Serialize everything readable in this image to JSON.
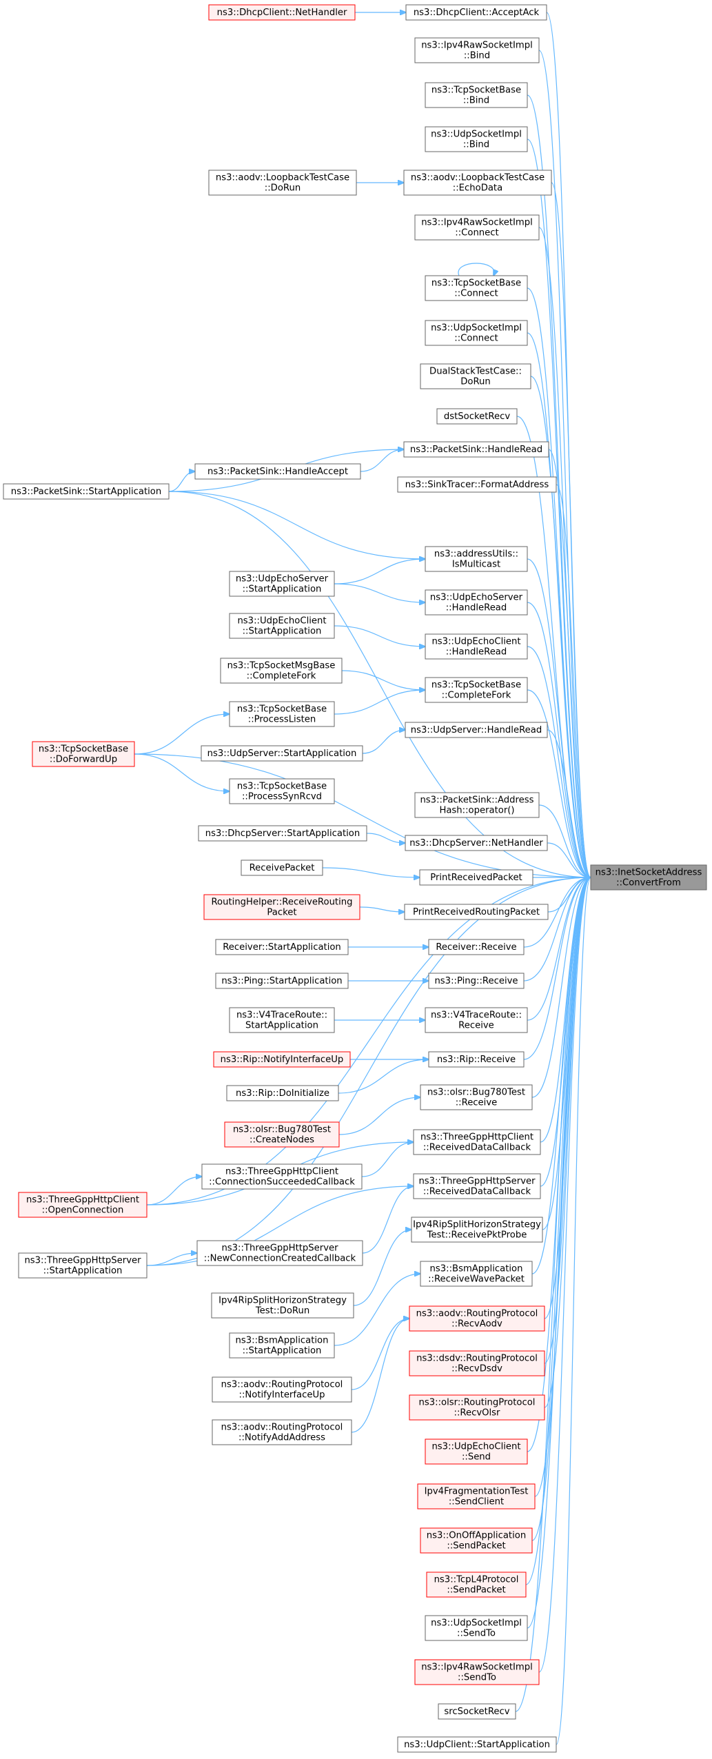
{
  "colors": {
    "edge": "#63b8ff",
    "node_border": "#666666",
    "node_fill": "#ffffff",
    "truncated_border": "#ff0000",
    "truncated_fill": "#fff0f0",
    "focus_fill": "#999999",
    "focus_border": "#666666",
    "text": "#000000"
  },
  "nodes": [
    {
      "id": "target",
      "lines": [
        "ns3::InetSocketAddress",
        "::ConvertFrom"
      ],
      "kind": "focus"
    },
    {
      "id": "dhcpAccept",
      "lines": [
        "ns3::DhcpClient::AcceptAck"
      ],
      "kind": "normal"
    },
    {
      "id": "dhcpNet",
      "lines": [
        "ns3::DhcpClient::NetHandler"
      ],
      "kind": "truncated"
    },
    {
      "id": "ipv4rawBind",
      "lines": [
        "ns3::Ipv4RawSocketImpl",
        "::Bind"
      ],
      "kind": "normal"
    },
    {
      "id": "tcpBind",
      "lines": [
        "ns3::TcpSocketBase",
        "::Bind"
      ],
      "kind": "normal"
    },
    {
      "id": "udpBind",
      "lines": [
        "ns3::UdpSocketImpl",
        "::Bind"
      ],
      "kind": "normal"
    },
    {
      "id": "aodvLoopRun",
      "lines": [
        "ns3::aodv::LoopbackTestCase",
        "::DoRun"
      ],
      "kind": "normal"
    },
    {
      "id": "aodvLoopEcho",
      "lines": [
        "ns3::aodv::LoopbackTestCase",
        "::EchoData"
      ],
      "kind": "normal"
    },
    {
      "id": "ipv4rawConnect",
      "lines": [
        "ns3::Ipv4RawSocketImpl",
        "::Connect"
      ],
      "kind": "normal"
    },
    {
      "id": "tcpConnect",
      "lines": [
        "ns3::TcpSocketBase",
        "::Connect"
      ],
      "kind": "normal"
    },
    {
      "id": "udpConnect",
      "lines": [
        "ns3::UdpSocketImpl",
        "::Connect"
      ],
      "kind": "normal"
    },
    {
      "id": "dualStack",
      "lines": [
        "DualStackTestCase::",
        "DoRun"
      ],
      "kind": "normal"
    },
    {
      "id": "dstRecv",
      "lines": [
        "dstSocketRecv"
      ],
      "kind": "normal"
    },
    {
      "id": "psHandleRead",
      "lines": [
        "ns3::PacketSink::HandleRead"
      ],
      "kind": "normal"
    },
    {
      "id": "psHandleAccept",
      "lines": [
        "ns3::PacketSink::HandleAccept"
      ],
      "kind": "normal"
    },
    {
      "id": "psStart",
      "lines": [
        "ns3::PacketSink::StartApplication"
      ],
      "kind": "normal"
    },
    {
      "id": "sinkTracer",
      "lines": [
        "ns3::SinkTracer::FormatAddress"
      ],
      "kind": "normal"
    },
    {
      "id": "addrUtils",
      "lines": [
        "ns3::addressUtils::",
        "IsMulticast"
      ],
      "kind": "normal"
    },
    {
      "id": "udpEchoSrvStart",
      "lines": [
        "ns3::UdpEchoServer",
        "::StartApplication"
      ],
      "kind": "normal"
    },
    {
      "id": "udpEchoSrvRead",
      "lines": [
        "ns3::UdpEchoServer",
        "::HandleRead"
      ],
      "kind": "normal"
    },
    {
      "id": "udpEchoCliStart",
      "lines": [
        "ns3::UdpEchoClient",
        "::StartApplication"
      ],
      "kind": "normal"
    },
    {
      "id": "udpEchoCliRead",
      "lines": [
        "ns3::UdpEchoClient",
        "::HandleRead"
      ],
      "kind": "normal"
    },
    {
      "id": "tcpMsgFork",
      "lines": [
        "ns3::TcpSocketMsgBase",
        "::CompleteFork"
      ],
      "kind": "normal"
    },
    {
      "id": "tcpFork",
      "lines": [
        "ns3::TcpSocketBase",
        "::CompleteFork"
      ],
      "kind": "normal"
    },
    {
      "id": "tcpListen",
      "lines": [
        "ns3::TcpSocketBase",
        "::ProcessListen"
      ],
      "kind": "normal"
    },
    {
      "id": "tcpForward",
      "lines": [
        "ns3::TcpSocketBase",
        "::DoForwardUp"
      ],
      "kind": "truncated"
    },
    {
      "id": "udpSrvStart",
      "lines": [
        "ns3::UdpServer::StartApplication"
      ],
      "kind": "normal"
    },
    {
      "id": "udpSrvRead",
      "lines": [
        "ns3::UdpServer::HandleRead"
      ],
      "kind": "normal"
    },
    {
      "id": "tcpSynRcvd",
      "lines": [
        "ns3::TcpSocketBase",
        "::ProcessSynRcvd"
      ],
      "kind": "normal"
    },
    {
      "id": "psAddrHash",
      "lines": [
        "ns3::PacketSink::Address",
        "Hash::operator()"
      ],
      "kind": "normal"
    },
    {
      "id": "dhcpSrvStart",
      "lines": [
        "ns3::DhcpServer::StartApplication"
      ],
      "kind": "normal"
    },
    {
      "id": "dhcpSrvNet",
      "lines": [
        "ns3::DhcpServer::NetHandler"
      ],
      "kind": "normal"
    },
    {
      "id": "receivePacket",
      "lines": [
        "ReceivePacket"
      ],
      "kind": "normal"
    },
    {
      "id": "printRecv",
      "lines": [
        "PrintReceivedPacket"
      ],
      "kind": "normal"
    },
    {
      "id": "routingHelper",
      "lines": [
        "RoutingHelper::ReceiveRouting",
        "Packet"
      ],
      "kind": "truncated"
    },
    {
      "id": "printRouting",
      "lines": [
        "PrintReceivedRoutingPacket"
      ],
      "kind": "normal"
    },
    {
      "id": "receiverStart",
      "lines": [
        "Receiver::StartApplication"
      ],
      "kind": "normal"
    },
    {
      "id": "receiverRecv",
      "lines": [
        "Receiver::Receive"
      ],
      "kind": "normal"
    },
    {
      "id": "pingStart",
      "lines": [
        "ns3::Ping::StartApplication"
      ],
      "kind": "normal"
    },
    {
      "id": "pingRecv",
      "lines": [
        "ns3::Ping::Receive"
      ],
      "kind": "normal"
    },
    {
      "id": "v4Start",
      "lines": [
        "ns3::V4TraceRoute::",
        "StartApplication"
      ],
      "kind": "normal"
    },
    {
      "id": "v4Recv",
      "lines": [
        "ns3::V4TraceRoute::",
        "Receive"
      ],
      "kind": "normal"
    },
    {
      "id": "ripNotify",
      "lines": [
        "ns3::Rip::NotifyInterfaceUp"
      ],
      "kind": "truncated"
    },
    {
      "id": "ripRecv",
      "lines": [
        "ns3::Rip::Receive"
      ],
      "kind": "normal"
    },
    {
      "id": "ripInit",
      "lines": [
        "ns3::Rip::DoInitialize"
      ],
      "kind": "normal"
    },
    {
      "id": "olsrBugRecv",
      "lines": [
        "ns3::olsr::Bug780Test",
        "::Receive"
      ],
      "kind": "normal"
    },
    {
      "id": "olsrBugCreate",
      "lines": [
        "ns3::olsr::Bug780Test",
        "::CreateNodes"
      ],
      "kind": "truncated"
    },
    {
      "id": "tgClientRecv",
      "lines": [
        "ns3::ThreeGppHttpClient",
        "::ReceivedDataCallback"
      ],
      "kind": "normal"
    },
    {
      "id": "tgClientConn",
      "lines": [
        "ns3::ThreeGppHttpClient",
        "::ConnectionSucceededCallback"
      ],
      "kind": "normal"
    },
    {
      "id": "tgClientOpen",
      "lines": [
        "ns3::ThreeGppHttpClient",
        "::OpenConnection"
      ],
      "kind": "truncated"
    },
    {
      "id": "tgServerRecv",
      "lines": [
        "ns3::ThreeGppHttpServer",
        "::ReceivedDataCallback"
      ],
      "kind": "normal"
    },
    {
      "id": "tgServerNew",
      "lines": [
        "ns3::ThreeGppHttpServer",
        "::NewConnectionCreatedCallback"
      ],
      "kind": "normal"
    },
    {
      "id": "tgServerStart",
      "lines": [
        "ns3::ThreeGppHttpServer",
        "::StartApplication"
      ],
      "kind": "normal"
    },
    {
      "id": "ripSplitProbe",
      "lines": [
        "Ipv4RipSplitHorizonStrategy",
        "Test::ReceivePktProbe"
      ],
      "kind": "normal"
    },
    {
      "id": "bsmRecv",
      "lines": [
        "ns3::BsmApplication",
        "::ReceiveWavePacket"
      ],
      "kind": "normal"
    },
    {
      "id": "ripSplitRun",
      "lines": [
        "Ipv4RipSplitHorizonStrategy",
        "Test::DoRun"
      ],
      "kind": "normal"
    },
    {
      "id": "bsmStart",
      "lines": [
        "ns3::BsmApplication",
        "::StartApplication"
      ],
      "kind": "normal"
    },
    {
      "id": "aodvRecv",
      "lines": [
        "ns3::aodv::RoutingProtocol",
        "::RecvAodv"
      ],
      "kind": "truncated"
    },
    {
      "id": "aodvNotifyUp",
      "lines": [
        "ns3::aodv::RoutingProtocol",
        "::NotifyInterfaceUp"
      ],
      "kind": "normal"
    },
    {
      "id": "aodvNotifyAddr",
      "lines": [
        "ns3::aodv::RoutingProtocol",
        "::NotifyAddAddress"
      ],
      "kind": "normal"
    },
    {
      "id": "dsdvRecv",
      "lines": [
        "ns3::dsdv::RoutingProtocol",
        "::RecvDsdv"
      ],
      "kind": "truncated"
    },
    {
      "id": "olsrRecv",
      "lines": [
        "ns3::olsr::RoutingProtocol",
        "::RecvOlsr"
      ],
      "kind": "truncated"
    },
    {
      "id": "udpEchoSend",
      "lines": [
        "ns3::UdpEchoClient",
        "::Send"
      ],
      "kind": "truncated"
    },
    {
      "id": "ipv4Frag",
      "lines": [
        "Ipv4FragmentationTest",
        "::SendClient"
      ],
      "kind": "truncated"
    },
    {
      "id": "onoff",
      "lines": [
        "ns3::OnOffApplication",
        "::SendPacket"
      ],
      "kind": "truncated"
    },
    {
      "id": "tcpL4",
      "lines": [
        "ns3::TcpL4Protocol",
        "::SendPacket"
      ],
      "kind": "truncated"
    },
    {
      "id": "udpSendTo",
      "lines": [
        "ns3::UdpSocketImpl",
        "::SendTo"
      ],
      "kind": "normal"
    },
    {
      "id": "ipv4rawSendTo",
      "lines": [
        "ns3::Ipv4RawSocketImpl",
        "::SendTo"
      ],
      "kind": "truncated"
    },
    {
      "id": "srcRecv",
      "lines": [
        "srcSocketRecv"
      ],
      "kind": "normal"
    },
    {
      "id": "udpClientStart",
      "lines": [
        "ns3::UdpClient::StartApplication"
      ],
      "kind": "normal"
    }
  ],
  "edges": [
    [
      "dhcpNet",
      "dhcpAccept"
    ],
    [
      "aodvLoopRun",
      "aodvLoopEcho"
    ],
    [
      "tcpConnect",
      "tcpConnect"
    ],
    [
      "psStart",
      "psHandleRead"
    ],
    [
      "psStart",
      "psHandleAccept"
    ],
    [
      "psHandleAccept",
      "psHandleRead"
    ],
    [
      "psStart",
      "addrUtils"
    ],
    [
      "udpEchoSrvStart",
      "addrUtils"
    ],
    [
      "udpEchoSrvStart",
      "udpEchoSrvRead"
    ],
    [
      "udpEchoCliStart",
      "udpEchoCliRead"
    ],
    [
      "tcpMsgFork",
      "tcpFork"
    ],
    [
      "tcpListen",
      "tcpFork"
    ],
    [
      "tcpForward",
      "tcpListen"
    ],
    [
      "tcpForward",
      "tcpSynRcvd"
    ],
    [
      "udpSrvStart",
      "udpSrvRead"
    ],
    [
      "dhcpSrvStart",
      "dhcpSrvNet"
    ],
    [
      "receivePacket",
      "printRecv"
    ],
    [
      "routingHelper",
      "printRouting"
    ],
    [
      "receiverStart",
      "receiverRecv"
    ],
    [
      "pingStart",
      "pingRecv"
    ],
    [
      "v4Start",
      "v4Recv"
    ],
    [
      "ripNotify",
      "ripRecv"
    ],
    [
      "ripInit",
      "ripRecv"
    ],
    [
      "olsrBugCreate",
      "olsrBugRecv"
    ],
    [
      "tgClientConn",
      "tgClientRecv"
    ],
    [
      "tgClientOpen",
      "tgClientConn"
    ],
    [
      "tgClientOpen",
      "tgClientRecv"
    ],
    [
      "tgServerNew",
      "tgServerRecv"
    ],
    [
      "tgServerStart",
      "tgServerNew"
    ],
    [
      "tgServerStart",
      "tgServerRecv"
    ],
    [
      "ripSplitRun",
      "ripSplitProbe"
    ],
    [
      "bsmStart",
      "bsmRecv"
    ],
    [
      "aodvNotifyUp",
      "aodvRecv"
    ],
    [
      "aodvNotifyAddr",
      "aodvRecv"
    ],
    [
      "dhcpAccept",
      "target"
    ],
    [
      "ipv4rawBind",
      "target"
    ],
    [
      "tcpBind",
      "target"
    ],
    [
      "udpBind",
      "target"
    ],
    [
      "aodvLoopEcho",
      "target"
    ],
    [
      "ipv4rawConnect",
      "target"
    ],
    [
      "tcpConnect",
      "target"
    ],
    [
      "udpConnect",
      "target"
    ],
    [
      "dualStack",
      "target"
    ],
    [
      "dstRecv",
      "target"
    ],
    [
      "psHandleRead",
      "target"
    ],
    [
      "sinkTracer",
      "target"
    ],
    [
      "psStart",
      "target"
    ],
    [
      "addrUtils",
      "target"
    ],
    [
      "udpEchoSrvRead",
      "target"
    ],
    [
      "udpEchoCliRead",
      "target"
    ],
    [
      "tcpFork",
      "target"
    ],
    [
      "udpSrvRead",
      "target"
    ],
    [
      "tcpForward",
      "target"
    ],
    [
      "psAddrHash",
      "target"
    ],
    [
      "dhcpSrvNet",
      "target"
    ],
    [
      "printRecv",
      "target"
    ],
    [
      "printRouting",
      "target"
    ],
    [
      "receiverRecv",
      "target"
    ],
    [
      "pingRecv",
      "target"
    ],
    [
      "v4Recv",
      "target"
    ],
    [
      "ripRecv",
      "target"
    ],
    [
      "olsrBugRecv",
      "target"
    ],
    [
      "tgClientRecv",
      "target"
    ],
    [
      "tgClientOpen",
      "target"
    ],
    [
      "tgServerRecv",
      "target"
    ],
    [
      "tgServerStart",
      "target"
    ],
    [
      "ripSplitProbe",
      "target"
    ],
    [
      "bsmRecv",
      "target"
    ],
    [
      "aodvRecv",
      "target"
    ],
    [
      "dsdvRecv",
      "target"
    ],
    [
      "olsrRecv",
      "target"
    ],
    [
      "udpEchoSend",
      "target"
    ],
    [
      "ipv4Frag",
      "target"
    ],
    [
      "onoff",
      "target"
    ],
    [
      "tcpL4",
      "target"
    ],
    [
      "udpSendTo",
      "target"
    ],
    [
      "ipv4rawSendTo",
      "target"
    ],
    [
      "srcRecv",
      "target"
    ],
    [
      "udpClientStart",
      "target"
    ]
  ]
}
